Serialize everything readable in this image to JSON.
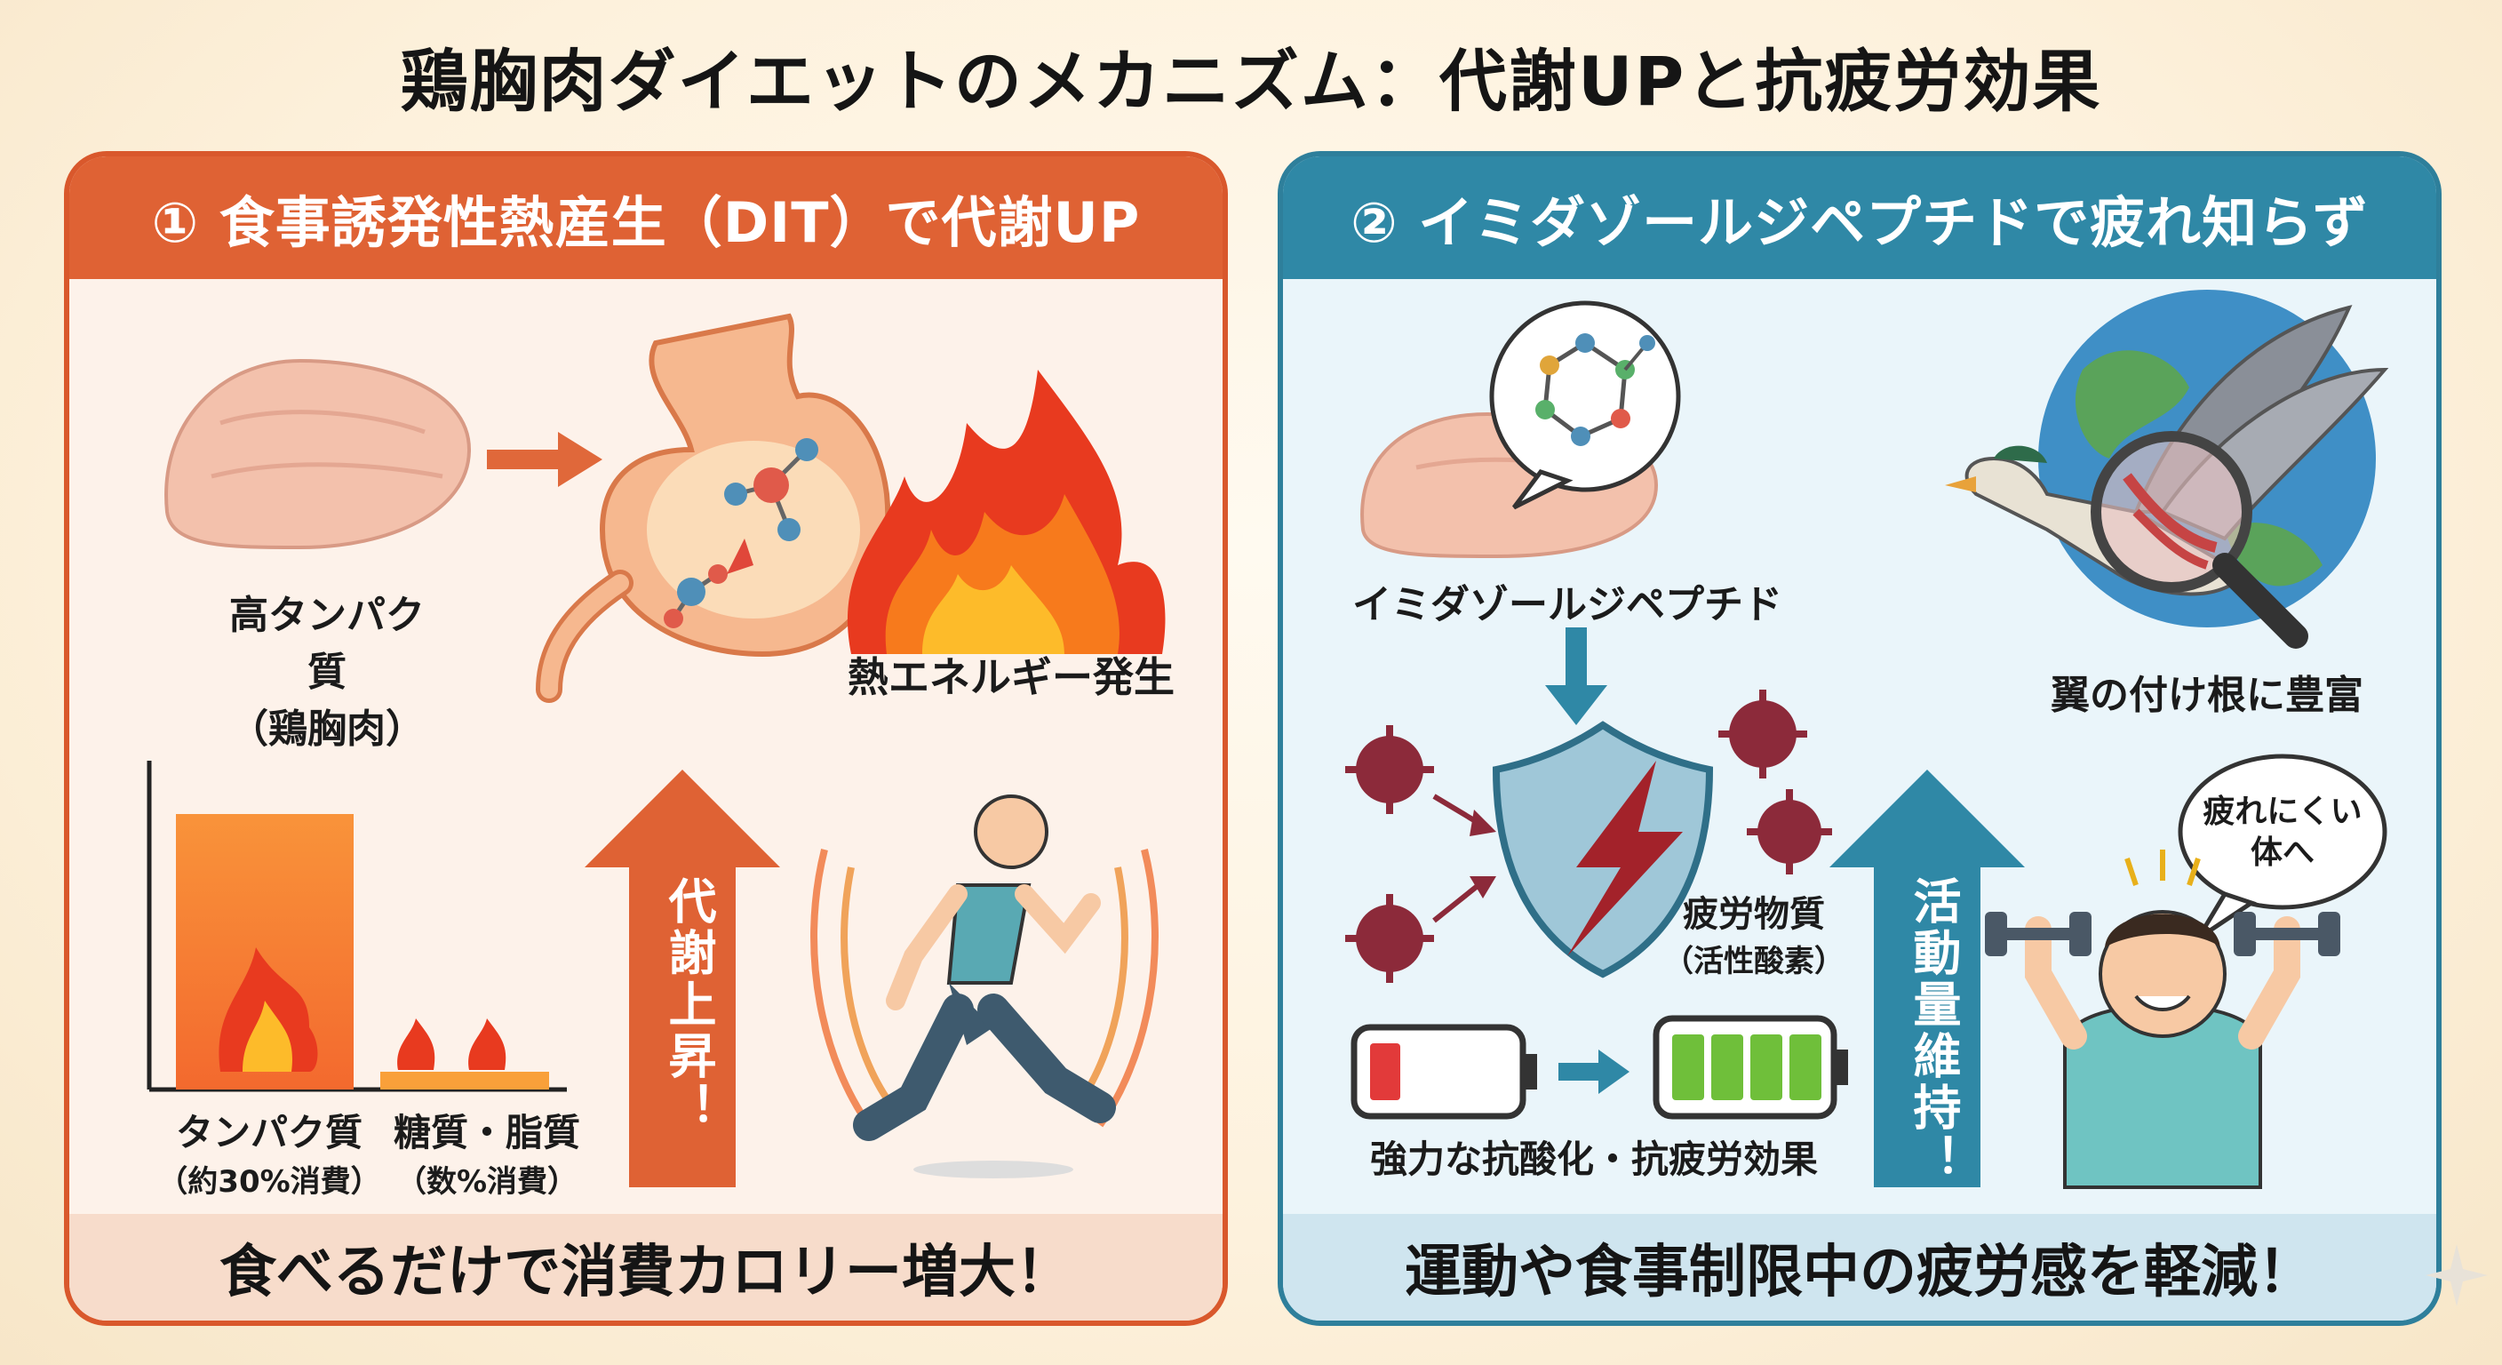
{
  "title": "鶏胸肉ダイエットのメカニズム：代謝UPと抗疲労効果",
  "left_panel": {
    "header": "① 食事誘発性熱産生（DIT）で代謝UP",
    "chicken_label_1": "高タンパク質",
    "chicken_label_2": "（鶏胸肉）",
    "heat_label": "熱エネルギー発生",
    "bar_protein_1": "タンパク質",
    "bar_protein_2": "（約30%消費）",
    "bar_carb_1": "糖質・脂質",
    "bar_carb_2": "（数%消費）",
    "arrow_label": "代謝上昇！",
    "footer": "食べるだけで消費カロリー増大！",
    "accent_color": "#df6234"
  },
  "right_panel": {
    "header": "② イミダゾールジペプチドで疲れ知らず",
    "chicken_label": "イミダゾールジペプチド",
    "bird_label": "翼の付け根に豊富",
    "fatigue_label_1": "疲労物質",
    "fatigue_label_2": "（活性酸素）",
    "battery_label": "強力な抗酸化・抗疲労効果",
    "arrow_label": "活動量維持！",
    "speech_1": "疲れにくい",
    "speech_2": "体へ",
    "footer": "運動や食事制限中の疲労感を軽減！",
    "accent_color": "#2f88a6"
  },
  "icons": [
    "chicken-breast-icon",
    "stomach-icon",
    "molecule-icon",
    "fire-icon",
    "runner-icon",
    "globe-icon",
    "duck-icon",
    "magnifier-icon",
    "shield-icon",
    "virus-icon",
    "battery-low-icon",
    "battery-full-icon",
    "dumbbell-person-icon",
    "sparkle-icon"
  ]
}
